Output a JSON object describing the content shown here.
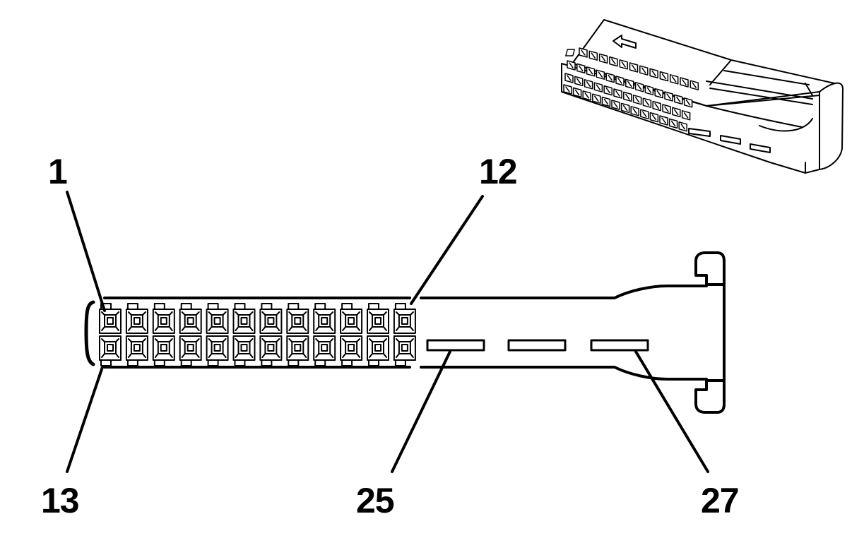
{
  "diagram": {
    "pin_labels": {
      "top_left": "1",
      "top_right": "12",
      "bottom_left": "13",
      "bottom_middle": "25",
      "bottom_right": "27"
    }
  }
}
